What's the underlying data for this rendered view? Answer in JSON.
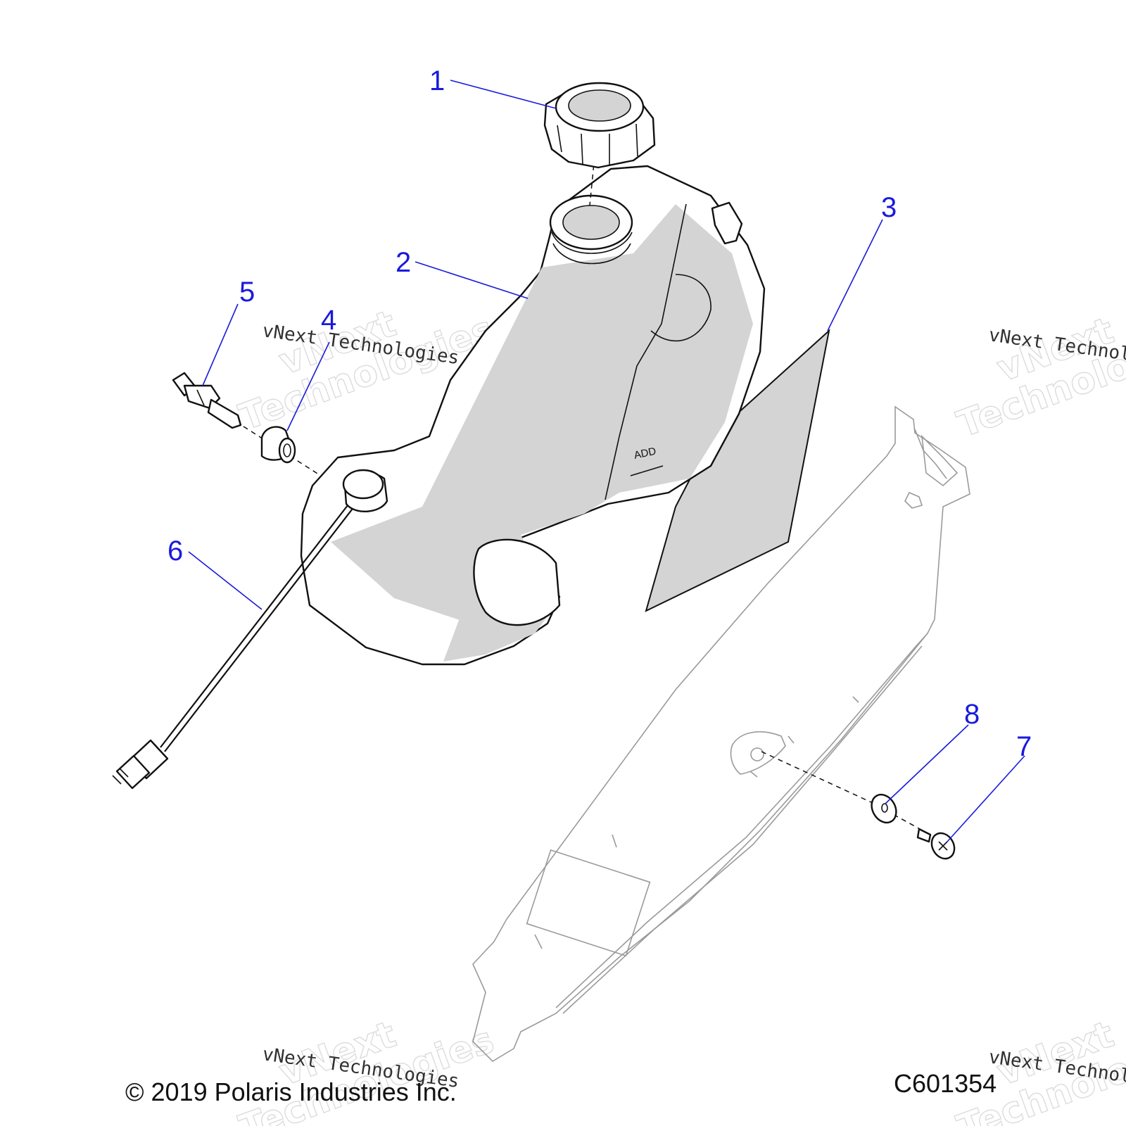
{
  "callouts": [
    {
      "id": "1",
      "label": "1"
    },
    {
      "id": "2",
      "label": "2"
    },
    {
      "id": "3",
      "label": "3"
    },
    {
      "id": "4",
      "label": "4"
    },
    {
      "id": "5",
      "label": "5"
    },
    {
      "id": "6",
      "label": "6"
    },
    {
      "id": "7",
      "label": "7"
    },
    {
      "id": "8",
      "label": "8"
    }
  ],
  "tank_marking": "ADD",
  "watermark": {
    "brand_line1": "vNext",
    "brand_line2": "Technologies",
    "brand_full": "vNext Technologies"
  },
  "footer": {
    "copyright": "© 2019 Polaris Industries Inc.",
    "diagram_id": "C601354"
  },
  "colors": {
    "callout": "#1a1adc",
    "line_art": "#111111",
    "shading": "#d4d4d4",
    "watermark_outline": "#dcdcdc"
  }
}
